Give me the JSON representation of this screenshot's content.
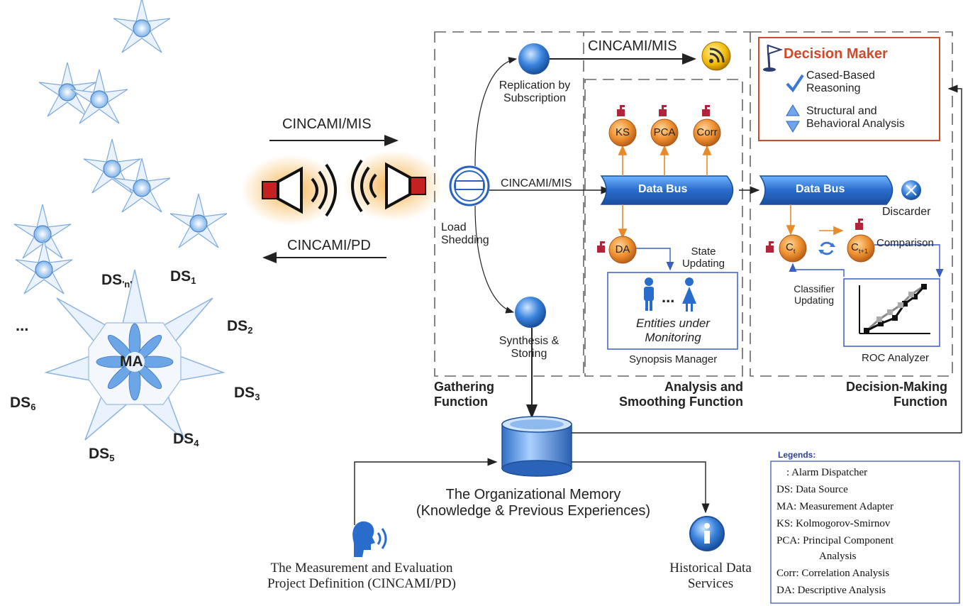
{
  "top_protocol": "CINCAMI/MIS",
  "left_protocol_in": "CINCAMI/MIS",
  "left_protocol_out": "CINCAMI/PD",
  "mid_protocol": "CINCAMI/MIS",
  "nodes": {
    "replication": [
      "Replication by",
      "Subscription"
    ],
    "load_shedding": [
      "Load",
      "Shedding"
    ],
    "synthesis": [
      "Synthesis &",
      "Storing"
    ],
    "ks": "KS",
    "pca": "PCA",
    "corr": "Corr",
    "da": "DA",
    "ct": "C",
    "ct_sub": "t",
    "ct1": "C",
    "ct1_sub": "t+1"
  },
  "data_bus_1": "Data Bus",
  "data_bus_2": "Data Bus",
  "discarder": "Discarder",
  "state_updating": [
    "State",
    "Updating"
  ],
  "comparison": "Comparison",
  "classifier_updating": [
    "Classifier",
    "Updating"
  ],
  "entities": [
    "Entities under",
    "Monitoring"
  ],
  "entities_dots": "...",
  "synopsis_manager": "Synopsis Manager",
  "roc_analyzer": "ROC Analyzer",
  "decision_maker": {
    "title": "Decision Maker",
    "item1": [
      "Cased-Based",
      "Reasoning"
    ],
    "item2": [
      "Structural and",
      "Behavioral Analysis"
    ]
  },
  "functions": {
    "gathering": [
      "Gathering",
      "Function"
    ],
    "analysis": [
      "Analysis and",
      "Smoothing Function"
    ],
    "decision": [
      "Decision-Making",
      "Function"
    ]
  },
  "memory": [
    "The Organizational Memory",
    "(Knowledge & Previous Experiences)"
  ],
  "project_def": [
    "The Measurement and Evaluation",
    "Project Definition (CINCAMI/PD)"
  ],
  "historical": [
    "Historical Data",
    "Services"
  ],
  "ma": "MA",
  "ds_labels": {
    "dsn": "DS",
    "dsn_sub": "'n'",
    "ds1": "DS",
    "ds1_sub": "1",
    "ds2": "DS",
    "ds2_sub": "2",
    "ds3": "DS",
    "ds3_sub": "3",
    "ds4": "DS",
    "ds4_sub": "4",
    "ds5": "DS",
    "ds5_sub": "5",
    "ds6": "DS",
    "ds6_sub": "6",
    "ellipsis": "..."
  },
  "legend": {
    "title": "Legends:",
    "items": [
      ": Alarm Dispatcher",
      "DS: Data Source",
      "MA: Measurement Adapter",
      "KS: Kolmogorov-Smirnov",
      "PCA: Principal Component",
      "Analysis",
      "Corr: Correlation Analysis",
      "DA: Descriptive Analysis"
    ]
  },
  "colors": {
    "accent_orange": "#e8892a",
    "bus_blue": "#2f6fcf",
    "decision_red": "#d2482a",
    "node_blue": "#3a7fd9",
    "legend_blue": "#2a3fa0"
  }
}
